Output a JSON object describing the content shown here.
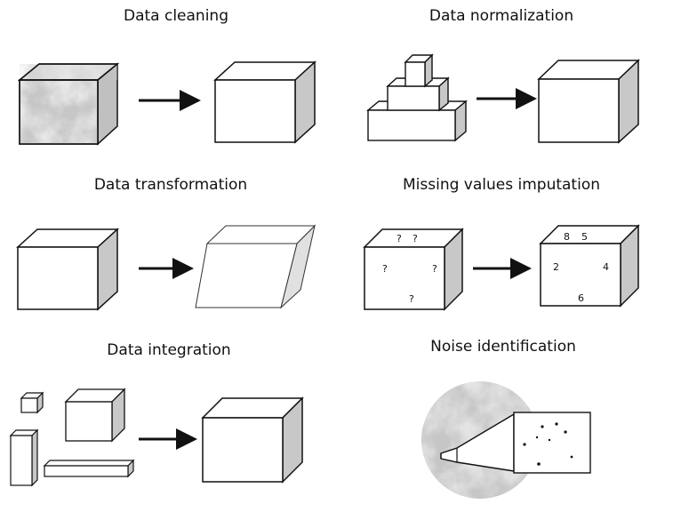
{
  "panels": [
    {
      "title": "Data cleaning"
    },
    {
      "title": "Data normalization"
    },
    {
      "title": "Data transformation"
    },
    {
      "title": "Missing values imputation",
      "before_marks": [
        "?",
        "?",
        "?",
        "?",
        "?"
      ],
      "after_marks": [
        "8",
        "5",
        "2",
        "4",
        "6"
      ]
    },
    {
      "title": "Data integration"
    },
    {
      "title": "Noise identification"
    }
  ],
  "colors": {
    "stroke": "#111111",
    "side_fill": "#c8c8c8",
    "face_fill": "#ffffff",
    "texture": "#d9d9d9"
  }
}
